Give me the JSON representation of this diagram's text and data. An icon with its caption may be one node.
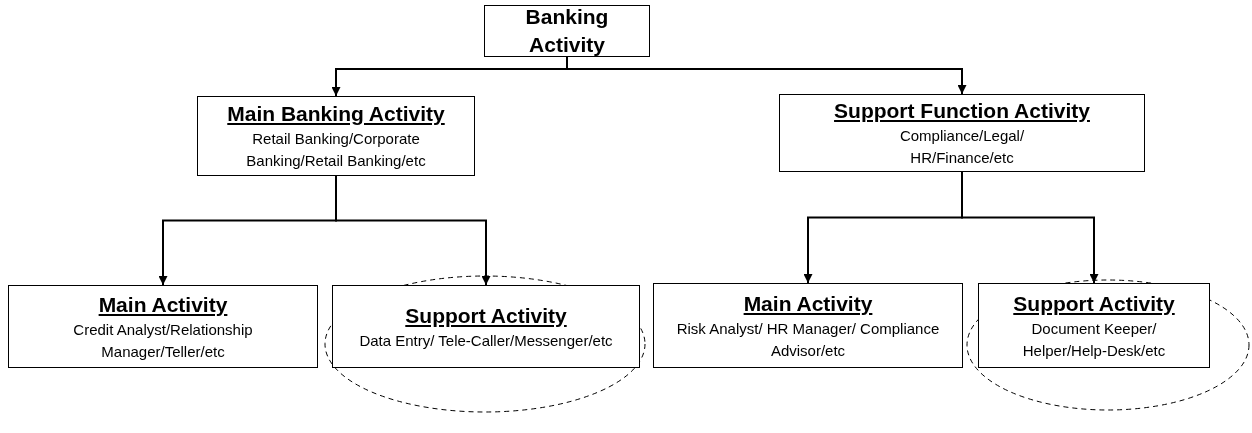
{
  "diagram": {
    "nodes": [
      {
        "text": [
          "Banking Activity"
        ]
      },
      {
        "text": [
          "Main Banking Activity",
          "Retail Banking/Corporate Banking/Retail Banking/etc"
        ]
      },
      {
        "text": [
          "Support Function Activity",
          "Compliance/Legal/ HR/Finance/etc"
        ]
      },
      {
        "text": [
          "Main Activity",
          "Credit Analyst/Relationship Manager/Teller/etc"
        ]
      },
      {
        "text": [
          "Support Activity",
          "Data Entry/ Tele-Caller/Messenger/etc"
        ]
      },
      {
        "text": [
          "Main Activity",
          "Risk Analyst/ HR Manager/ Compliance Advisor/etc"
        ]
      },
      {
        "text": [
          "Support Activity",
          "Document Keeper/ Helper/Help-Desk/etc"
        ]
      }
    ],
    "edges": [
      {
        "from": 0,
        "to": 1,
        "arrow": "to"
      },
      {
        "from": 0,
        "to": 2,
        "arrow": "to"
      },
      {
        "from": 1,
        "to": 3,
        "arrow": "to"
      },
      {
        "from": 1,
        "to": 4,
        "arrow": "to"
      },
      {
        "from": 2,
        "to": 5,
        "arrow": "to"
      },
      {
        "from": 2,
        "to": 6,
        "arrow": "to"
      }
    ]
  }
}
